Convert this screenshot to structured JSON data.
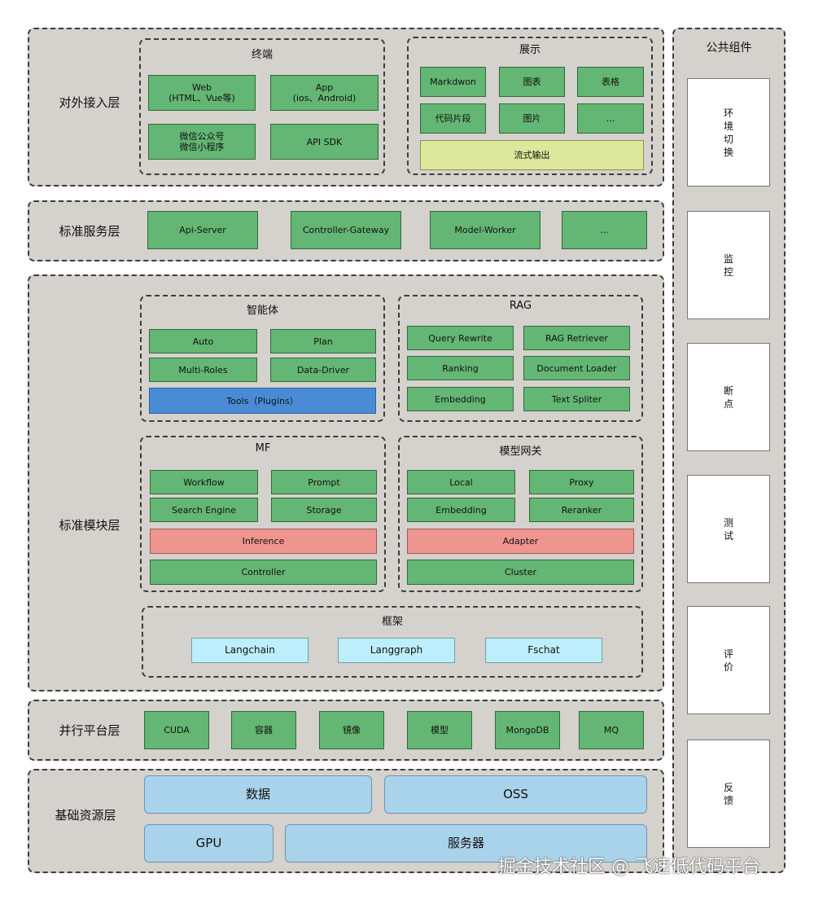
{
  "layers": {
    "access": "对外接入层",
    "service": "标准服务层",
    "module": "标准模块层",
    "platform": "并行平台层",
    "resource": "基础资源层"
  },
  "access": {
    "terminal": {
      "title": "终端",
      "web": "Web\n(HTML、Vue等)",
      "app": "App\n(ios、Android)",
      "wechat": "微信公众号\n微信小程序",
      "sdk": "API SDK"
    },
    "display": {
      "title": "展示",
      "items": [
        "Markdwon",
        "图表",
        "表格",
        "代码片段",
        "图片",
        "..."
      ],
      "stream": "流式输出"
    }
  },
  "service": {
    "items": [
      "Api-Server",
      "Controller-Gateway",
      "Model-Worker",
      "..."
    ]
  },
  "module": {
    "agent": {
      "title": "智能体",
      "items": [
        "Auto",
        "Plan",
        "Multi-Roles",
        "Data-Driver"
      ],
      "tools": "Tools（Plugins）"
    },
    "rag": {
      "title": "RAG",
      "items": [
        "Query Rewrite",
        "RAG  Retriever",
        "Ranking",
        "Document Loader",
        "Embedding",
        "Text Spliter"
      ]
    },
    "mf": {
      "title": "MF",
      "items": [
        "Workflow",
        "Prompt",
        "Search Engine",
        "Storage"
      ],
      "inference": "Inference",
      "controller": "Controller"
    },
    "gateway": {
      "title": "模型网关",
      "items": [
        "Local",
        "Proxy",
        "Embedding",
        "Reranker"
      ],
      "adapter": "Adapter",
      "cluster": "Cluster"
    },
    "framework": {
      "title": "框架",
      "items": [
        "Langchain",
        "Langgraph",
        "Fschat"
      ]
    }
  },
  "platform": {
    "items": [
      "CUDA",
      "容器",
      "镜像",
      "模型",
      "MongoDB",
      "MQ"
    ]
  },
  "resource": {
    "data": "数据",
    "oss": "OSS",
    "gpu": "GPU",
    "server": "服务器"
  },
  "common": {
    "title": "公共组件",
    "items": [
      "环\n境\n切\n换",
      "监\n控",
      "断\n点",
      "测\n试",
      "评\n价",
      "反\n馈"
    ]
  },
  "watermark": "掘金技术社区 @ 飞速低代码平台",
  "colors": {
    "green": "#63b673",
    "red": "#ef9590",
    "blue": "#4a8bd6",
    "yellow": "#dbe79a",
    "light_blue": "#bdeefb",
    "sky_blue": "#a9d3ea",
    "layer_bg": "#d5d1cc"
  }
}
